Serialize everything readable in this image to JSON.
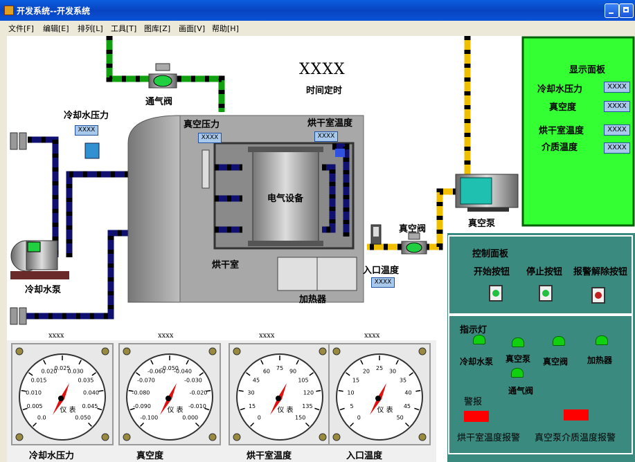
{
  "window": {
    "title": "开发系统--开发系统"
  },
  "menu": [
    "文件[F]",
    "编辑[E]",
    "排列[L]",
    "工具[T]",
    "图库[Z]",
    "画面[V]",
    "帮助[H]"
  ],
  "header": {
    "xxxx": "XXXX",
    "timer": "时间定时"
  },
  "labels": {
    "vent_valve": "通气阀",
    "cw_pressure": "冷却水压力",
    "vacuum_pressure": "真空压力",
    "dry_temp": "烘干室温度",
    "electric": "电气设备",
    "dry_room": "烘干室",
    "heater": "加热器",
    "cw_pump": "冷却水泵",
    "vacuum_valve": "真空阀",
    "inlet_temp": "入口温度",
    "vacuum_pump": "真空泵"
  },
  "value_placeholder": "XXXX",
  "gauge_value": "xxxx",
  "display_panel": {
    "title": "显示面板",
    "rows": [
      {
        "label": "冷却水压力",
        "value": "XXXX"
      },
      {
        "label": "真空度",
        "value": "XXXX"
      },
      {
        "label": "烘干室温度",
        "value": "XXXX"
      },
      {
        "label": "介质温度",
        "value": "XXXX"
      }
    ]
  },
  "control_panel": {
    "title": "控制面板",
    "buttons": [
      "开始按钮",
      "停止按钮",
      "报警解除按钮"
    ]
  },
  "indicator": {
    "title": "指示灯",
    "lights": [
      "冷却水泵",
      "真空泵",
      "真空阀",
      "加热器",
      "通气阀"
    ],
    "light_color": "#10d010"
  },
  "alarms": {
    "title": "警报",
    "items": [
      "烘干室温度报警",
      "真空泵介质温度报警"
    ],
    "color": "#ff0000"
  },
  "gauges": [
    {
      "label": "冷却水压力",
      "ticks": [
        "0.0",
        "0.005",
        "0.010",
        "0.015",
        "0.020",
        "0.025",
        "0.030",
        "0.035",
        "0.040",
        "0.045",
        "0.050"
      ],
      "center": "仪 表"
    },
    {
      "label": "真空度",
      "ticks": [
        "-0.100",
        "-0.090",
        "-0.080",
        "-0.070",
        "-0.060",
        "-0.050",
        "-0.040",
        "-0.030",
        "-0.020",
        "-0.010",
        "0.000"
      ],
      "center": "仪 表"
    },
    {
      "label": "烘干室温度",
      "ticks": [
        "0",
        "15",
        "30",
        "45",
        "60",
        "75",
        "90",
        "105",
        "120",
        "135",
        "150"
      ],
      "center": "仪 表"
    },
    {
      "label": "入口温度",
      "ticks": [
        "0",
        "5",
        "10",
        "15",
        "20",
        "25",
        "30",
        "35",
        "40",
        "45",
        "50"
      ],
      "center": "仪 表"
    }
  ],
  "colors": {
    "panel_green": "#33ff33",
    "panel_teal": "#3a8a80",
    "pipe_blue": "#101070",
    "pipe_green": "#10a010",
    "pipe_yellow": "#f0c000"
  }
}
